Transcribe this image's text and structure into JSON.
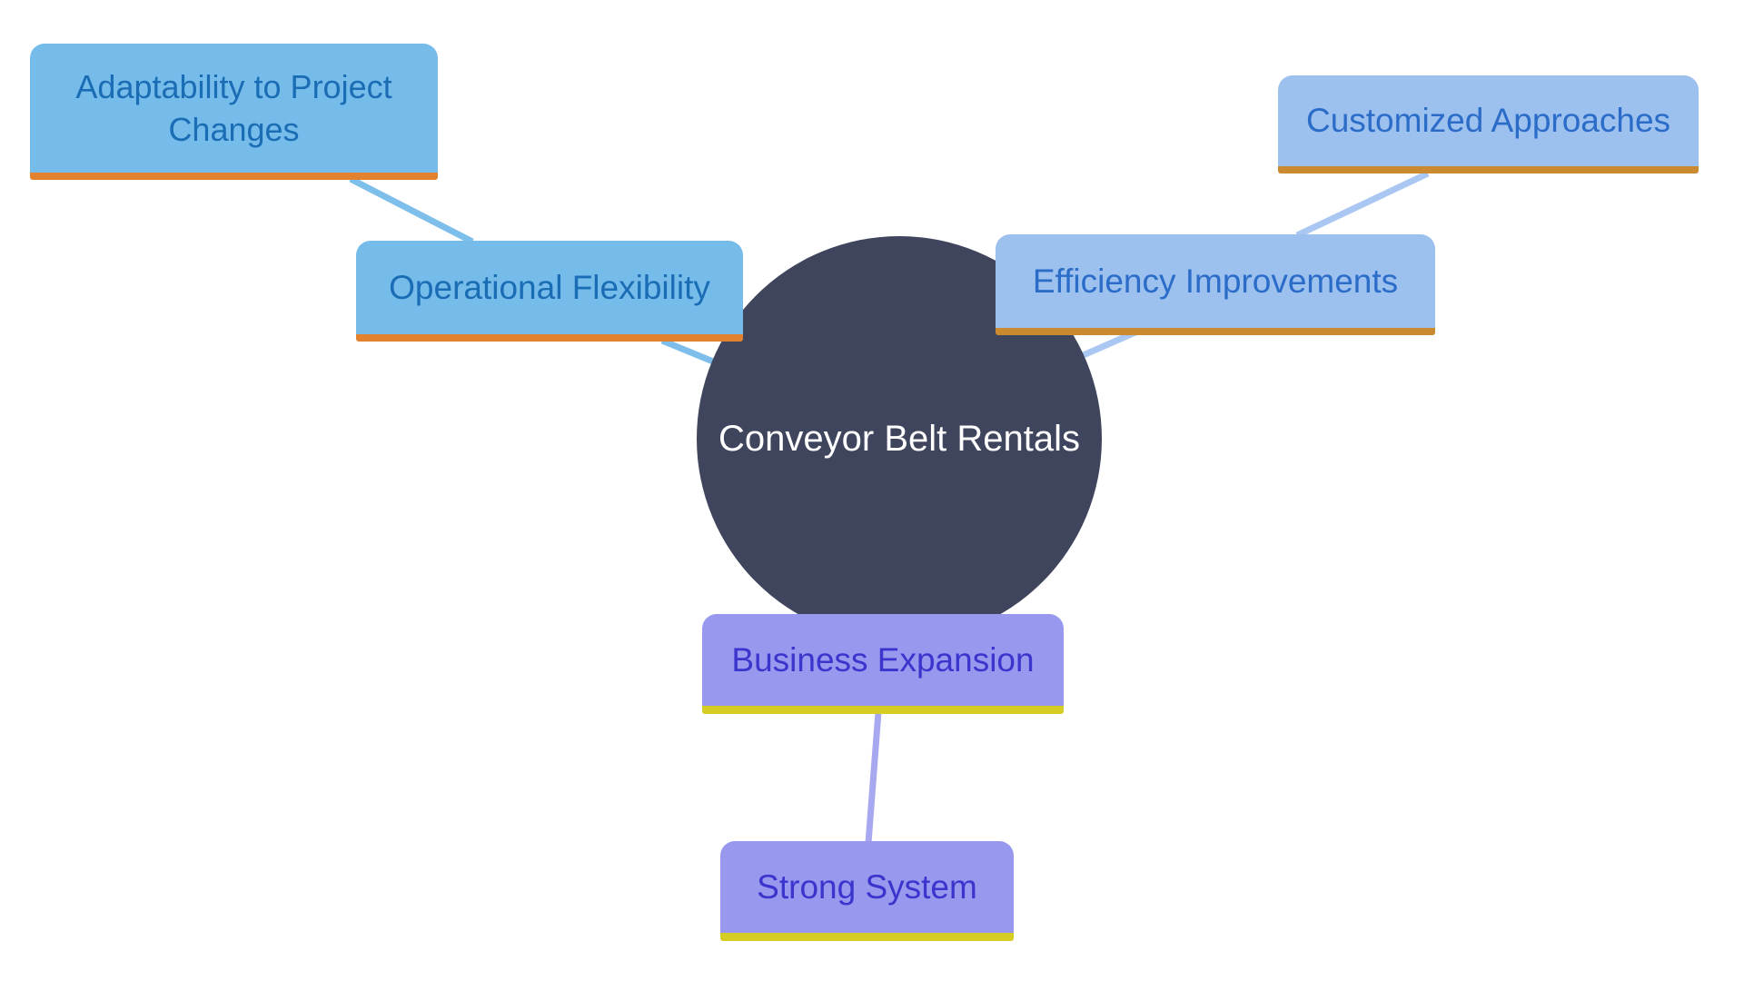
{
  "diagram": {
    "type": "mindmap",
    "root": {
      "label": "Conveyor Belt Rentals"
    },
    "nodes": {
      "adaptability": {
        "label": "Adaptability to Project Changes",
        "branch": "blue"
      },
      "operational": {
        "label": "Operational Flexibility",
        "branch": "blue"
      },
      "customized": {
        "label": "Customized Approaches",
        "branch": "periwinkle"
      },
      "efficiency": {
        "label": "Efficiency Improvements",
        "branch": "periwinkle"
      },
      "business": {
        "label": "Business Expansion",
        "branch": "purple"
      },
      "strong": {
        "label": "Strong System",
        "branch": "purple"
      }
    },
    "edges": [
      {
        "from": "operational",
        "to": "adaptability",
        "visible": true
      },
      {
        "from": "root",
        "to": "operational",
        "visible": true
      },
      {
        "from": "efficiency",
        "to": "customized",
        "visible": true
      },
      {
        "from": "root",
        "to": "efficiency",
        "visible": true
      },
      {
        "from": "root",
        "to": "business",
        "visible": false
      },
      {
        "from": "business",
        "to": "strong",
        "visible": true
      }
    ]
  },
  "colors": {
    "background": "#FFFFFF",
    "root_fill": "#40455E",
    "root_text": "#FFFFFF",
    "blue_fill": "#76BCEA",
    "blue_accent": "#E2822E",
    "blue_text": "#1A6CB4",
    "blue_edge": "#7EBEEA",
    "periwinkle_fill": "#9DC1EE",
    "periwinkle_accent": "#CB8A30",
    "periwinkle_text": "#2A6CC8",
    "periwinkle_edge": "#A9C7F2",
    "purple_fill": "#9798EE",
    "purple_accent": "#D5CD23",
    "purple_text": "#3B34CD",
    "purple_edge": "#A8A8F0"
  }
}
